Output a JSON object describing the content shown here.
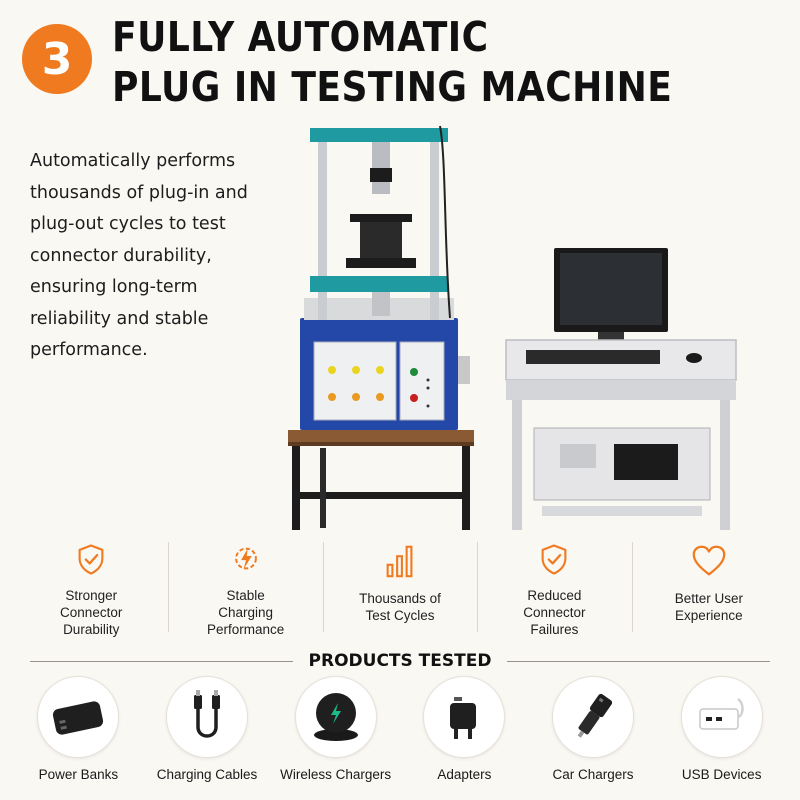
{
  "header": {
    "step_number": "3",
    "title_line1": "FULLY AUTOMATIC",
    "title_line2": "PLUG IN TESTING MACHINE"
  },
  "description": "Automatically performs thousands of plug-in and plug-out cycles to test connector durability, ensuring long-term reliability and stable performance.",
  "benefits": [
    {
      "icon": "shield-check-icon",
      "label": "Stronger\nConnector\nDurability"
    },
    {
      "icon": "lightning-gear-icon",
      "label": "Stable\nCharging\nPerformance"
    },
    {
      "icon": "bar-chart-icon",
      "label": "Thousands of\nTest Cycles"
    },
    {
      "icon": "shield-check-icon",
      "label": "Reduced\nConnector\nFailures"
    },
    {
      "icon": "heart-icon",
      "label": "Better User\nExperience"
    }
  ],
  "products_section": {
    "title": "PRODUCTS TESTED",
    "items": [
      {
        "icon": "power-bank-icon",
        "label": "Power Banks"
      },
      {
        "icon": "charging-cable-icon",
        "label": "Charging Cables"
      },
      {
        "icon": "wireless-charger-icon",
        "label": "Wireless Chargers"
      },
      {
        "icon": "adapter-icon",
        "label": "Adapters"
      },
      {
        "icon": "car-charger-icon",
        "label": "Car Chargers"
      },
      {
        "icon": "usb-hub-icon",
        "label": "USB Devices"
      }
    ]
  },
  "colors": {
    "accent": "#f07a1f",
    "teal": "#1e9aa0",
    "panel_blue": "#2448a8",
    "background": "#faf8f3"
  }
}
